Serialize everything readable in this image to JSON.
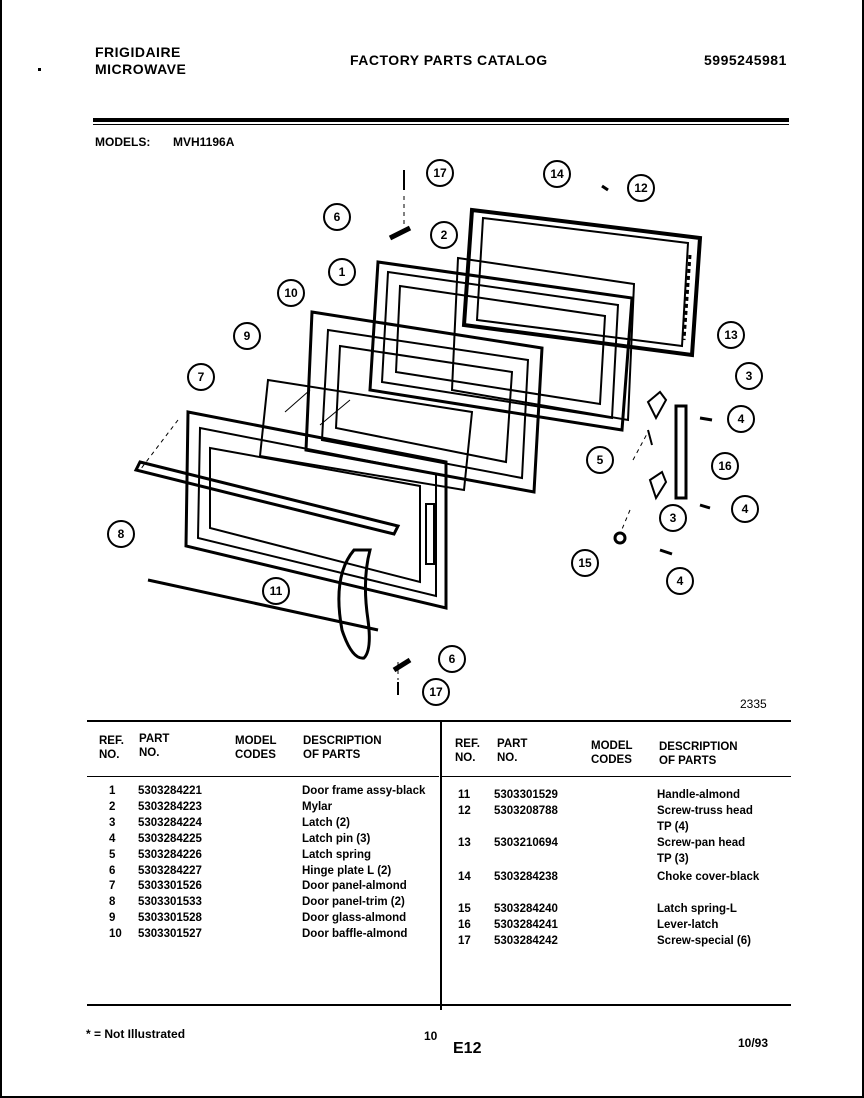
{
  "header": {
    "brand_line1": "FRIGIDAIRE",
    "brand_line2": "MICROWAVE",
    "catalog_title": "FACTORY PARTS CATALOG",
    "doc_number": "5995245981"
  },
  "models": {
    "label": "MODELS:",
    "value": "MVH1196A"
  },
  "diagram": {
    "figure_number": "2335",
    "callouts": [
      "1",
      "2",
      "3",
      "3",
      "4",
      "4",
      "4",
      "5",
      "6",
      "6",
      "7",
      "8",
      "9",
      "10",
      "11",
      "12",
      "13",
      "14",
      "15",
      "16",
      "17",
      "17"
    ]
  },
  "table": {
    "headers_left": {
      "ref": "REF.",
      "ref2": "NO.",
      "part": "PART",
      "part2": "NO.",
      "model": "MODEL",
      "model2": "CODES",
      "desc": "DESCRIPTION",
      "desc2": "OF PARTS"
    },
    "headers_right": {
      "ref": "REF.",
      "ref2": "NO.",
      "part": "PART",
      "part2": "NO.",
      "model": "MODEL",
      "model2": "CODES",
      "desc": "DESCRIPTION",
      "desc2": "OF PARTS"
    },
    "left_rows": [
      {
        "ref": "1",
        "part": "5303284221",
        "desc": "Door frame assy-black"
      },
      {
        "ref": "2",
        "part": "5303284223",
        "desc": "Mylar"
      },
      {
        "ref": "3",
        "part": "5303284224",
        "desc": "Latch (2)"
      },
      {
        "ref": "4",
        "part": "5303284225",
        "desc": "Latch pin (3)"
      },
      {
        "ref": "5",
        "part": "5303284226",
        "desc": "Latch spring"
      },
      {
        "ref": "6",
        "part": "5303284227",
        "desc": "Hinge plate L (2)"
      },
      {
        "ref": "7",
        "part": "5303301526",
        "desc": "Door panel-almond"
      },
      {
        "ref": "8",
        "part": "5303301533",
        "desc": "Door panel-trim (2)"
      },
      {
        "ref": "9",
        "part": "5303301528",
        "desc": "Door glass-almond"
      },
      {
        "ref": "10",
        "part": "5303301527",
        "desc": "Door baffle-almond"
      }
    ],
    "right_rows": [
      {
        "ref": "11",
        "part": "5303301529",
        "desc": "Handle-almond",
        "desc2": ""
      },
      {
        "ref": "12",
        "part": "5303208788",
        "desc": "Screw-truss head",
        "desc2": "TP (4)"
      },
      {
        "ref": "13",
        "part": "5303210694",
        "desc": "Screw-pan head",
        "desc2": "TP (3)"
      },
      {
        "ref": "14",
        "part": "5303284238",
        "desc": "Choke cover-black",
        "desc2": ""
      },
      {
        "ref": "15",
        "part": "5303284240",
        "desc": "Latch spring-L",
        "desc2": ""
      },
      {
        "ref": "16",
        "part": "5303284241",
        "desc": "Lever-latch",
        "desc2": ""
      },
      {
        "ref": "17",
        "part": "5303284242",
        "desc": "Screw-special (6)",
        "desc2": ""
      }
    ]
  },
  "footer": {
    "note": "* = Not Illustrated",
    "page_mid": "10",
    "page_code": "E12",
    "date": "10/93"
  }
}
